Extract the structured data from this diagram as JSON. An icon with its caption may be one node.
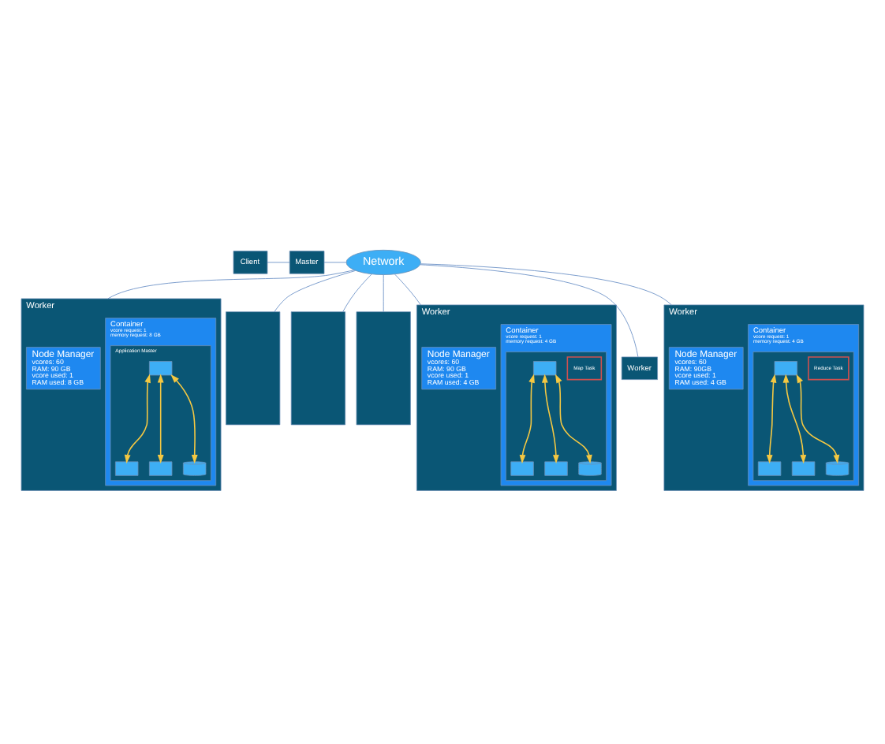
{
  "diagram": {
    "nodes": [
      {
        "text": [
          "Client"
        ]
      },
      {
        "text": [
          "Master"
        ]
      },
      {
        "text": [
          "Network"
        ]
      },
      {
        "text": [
          "Worker"
        ]
      },
      {
        "text": [
          "Node Manager",
          "vcores: 60",
          "RAM: 90 GB",
          "vcore used: 1",
          "RAM used: 8 GB"
        ],
        "in": 3
      },
      {
        "text": [
          "Container",
          "vcore request: 1",
          "memory request: 8 GB"
        ],
        "in": 3
      },
      {
        "text": [
          "Application Master"
        ],
        "in": 5
      },
      {
        "text": [],
        "shape": "box",
        "in": 6
      },
      {
        "text": [],
        "shape": "box",
        "in": 6
      },
      {
        "text": [],
        "shape": "box",
        "in": 6
      },
      {
        "text": [],
        "shape": "cylinder",
        "in": 6
      },
      {
        "text": [],
        "shape": "box"
      },
      {
        "text": [],
        "shape": "box"
      },
      {
        "text": [],
        "shape": "box"
      },
      {
        "text": [
          "Worker"
        ]
      },
      {
        "text": [
          "Node Manager",
          "vcores: 60",
          "RAM: 90 GB",
          "vcore used: 1",
          "RAM used: 4 GB"
        ],
        "in": 14
      },
      {
        "text": [
          "Container",
          "vcore request: 1",
          "memory request: 4 GB"
        ],
        "in": 14
      },
      {
        "text": [],
        "shape": "box",
        "in": 16
      },
      {
        "text": [
          "Map Task"
        ],
        "in": 17
      },
      {
        "text": [],
        "shape": "box",
        "in": 17
      },
      {
        "text": [],
        "shape": "box",
        "in": 17
      },
      {
        "text": [],
        "shape": "box",
        "in": 17
      },
      {
        "text": [],
        "shape": "cylinder",
        "in": 17
      },
      {
        "text": [
          "Worker"
        ]
      },
      {
        "text": [
          "Worker"
        ]
      },
      {
        "text": [
          "Node Manager",
          "vcores: 60",
          "RAM: 90GB",
          "vcore used: 1",
          "RAM used: 4 GB"
        ],
        "in": 24
      },
      {
        "text": [
          "Container",
          "vcore request: 1",
          "memory request: 4 GB"
        ],
        "in": 24
      },
      {
        "text": [],
        "shape": "box",
        "in": 26
      },
      {
        "text": [
          "Reduce Task"
        ],
        "in": 27
      },
      {
        "text": [],
        "shape": "box",
        "in": 27
      },
      {
        "text": [],
        "shape": "box",
        "in": 27
      },
      {
        "text": [],
        "shape": "box",
        "in": 27
      },
      {
        "text": [],
        "shape": "cylinder",
        "in": 27
      }
    ],
    "edges": [
      {
        "from": 0,
        "to": 1,
        "arrow": "none"
      },
      {
        "from": 1,
        "to": 2,
        "arrow": "none"
      },
      {
        "from": 2,
        "to": 3,
        "arrow": "none"
      },
      {
        "from": 2,
        "to": 11,
        "arrow": "none"
      },
      {
        "from": 2,
        "to": 12,
        "arrow": "none"
      },
      {
        "from": 2,
        "to": 13,
        "arrow": "none"
      },
      {
        "from": 2,
        "to": 14,
        "arrow": "none"
      },
      {
        "from": 2,
        "to": 23,
        "arrow": "none"
      },
      {
        "from": 2,
        "to": 24,
        "arrow": "none"
      },
      {
        "from": 7,
        "to": 8,
        "arrow": "both",
        "color": "#f5c842"
      },
      {
        "from": 7,
        "to": 9,
        "arrow": "both",
        "color": "#f5c842"
      },
      {
        "from": 7,
        "to": 10,
        "arrow": "both",
        "color": "#f5c842"
      },
      {
        "from": 19,
        "to": 20,
        "arrow": "both",
        "color": "#f5c842"
      },
      {
        "from": 19,
        "to": 21,
        "arrow": "both",
        "color": "#f5c842"
      },
      {
        "from": 19,
        "to": 22,
        "arrow": "both",
        "color": "#f5c842"
      },
      {
        "from": 29,
        "to": 30,
        "arrow": "both",
        "color": "#f5c842"
      },
      {
        "from": 29,
        "to": 31,
        "arrow": "both",
        "color": "#f5c842"
      },
      {
        "from": 29,
        "to": 32,
        "arrow": "both",
        "color": "#f5c842"
      }
    ]
  }
}
